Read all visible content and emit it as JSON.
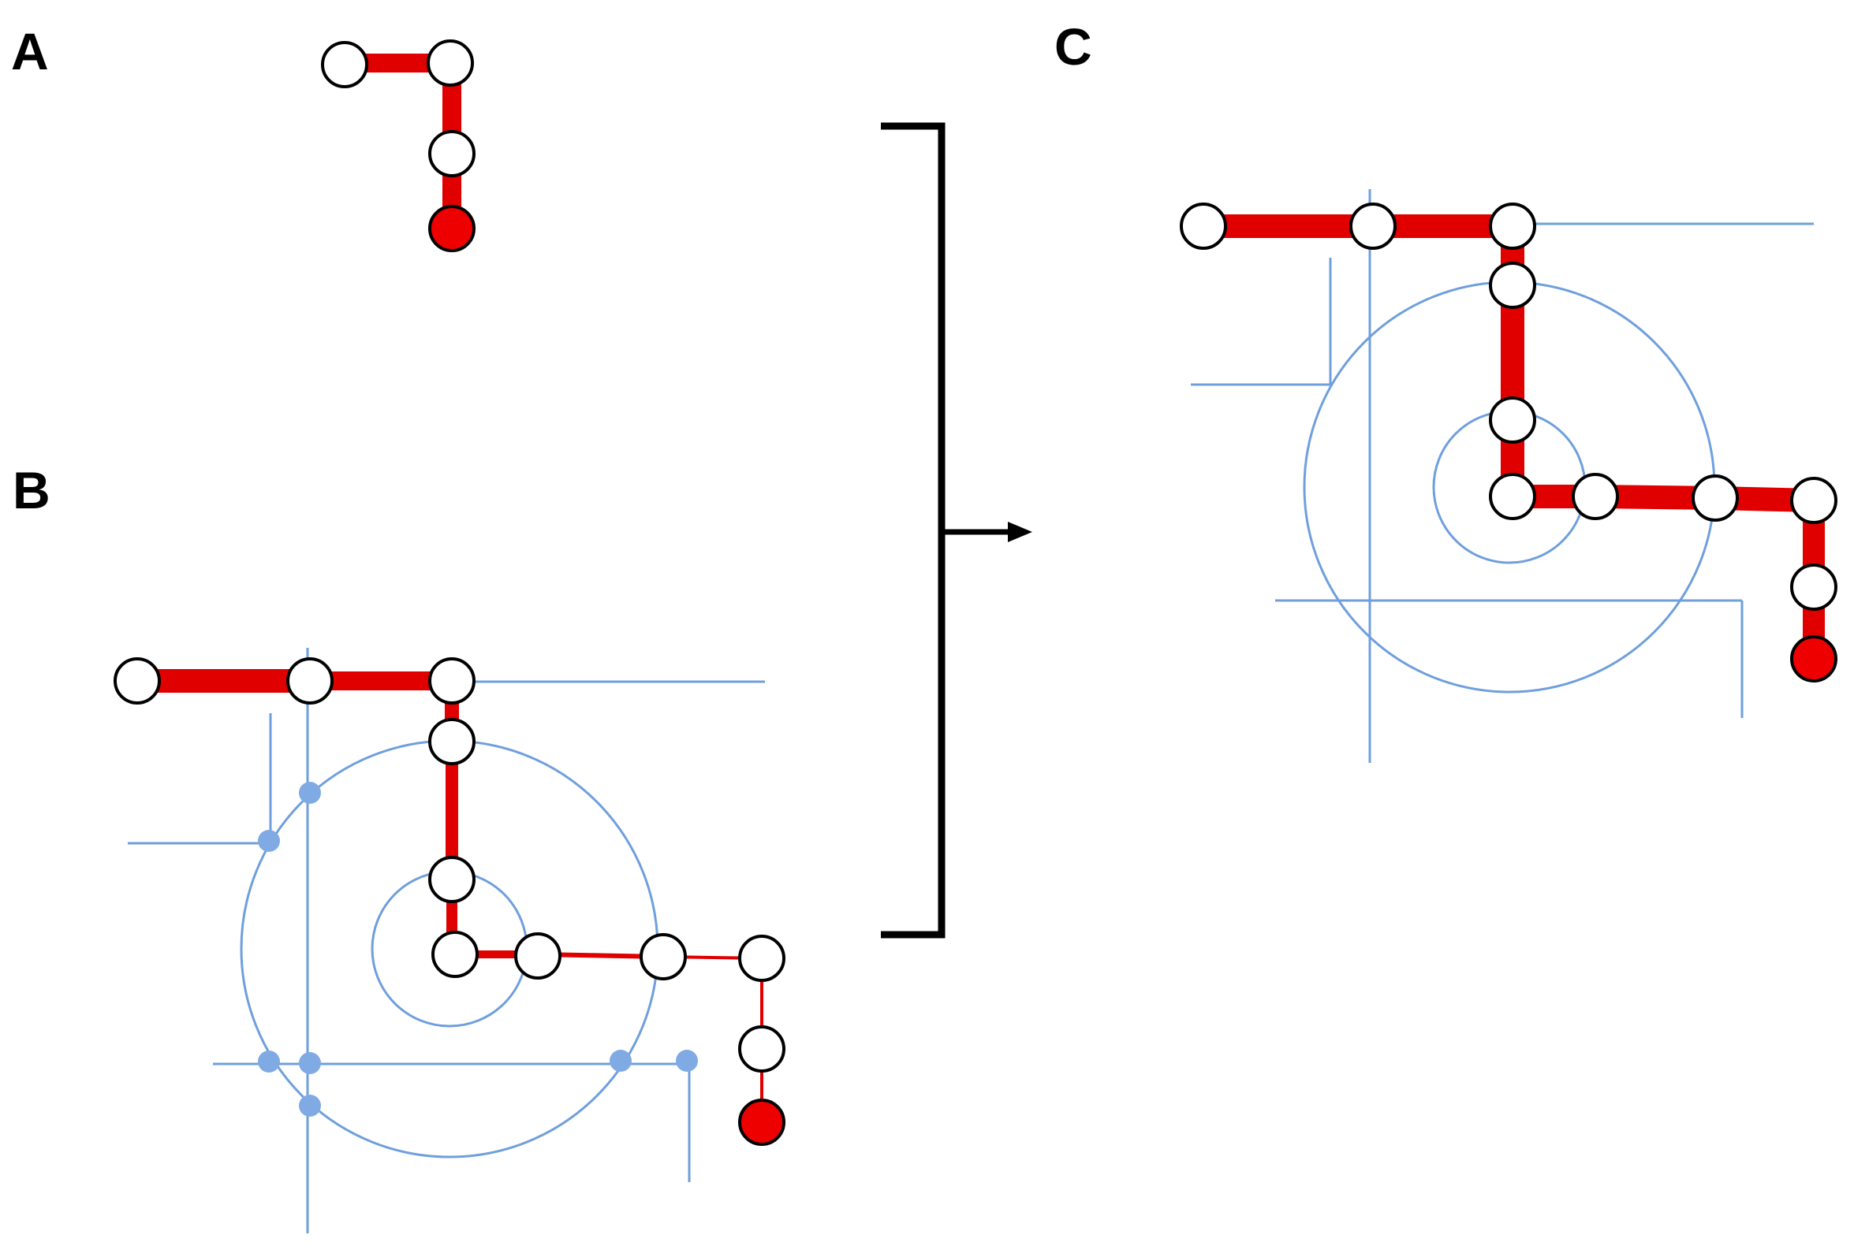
{
  "panels": {
    "a": {
      "label": "A"
    },
    "b": {
      "label": "B"
    },
    "c": {
      "label": "C"
    }
  },
  "colors": {
    "red_path": "#e00000",
    "blue_line": "#6f9fdc",
    "blue_dot": "#7faae3",
    "node_fill": "#ffffff",
    "end_node_fill": "#ee0000",
    "outline": "#000000"
  }
}
